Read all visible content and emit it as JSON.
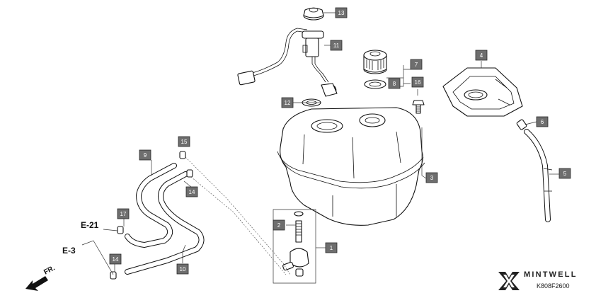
{
  "callouts": [
    {
      "id": "13",
      "text": "13"
    },
    {
      "id": "11",
      "text": "11"
    },
    {
      "id": "7",
      "text": "7"
    },
    {
      "id": "8",
      "text": "8"
    },
    {
      "id": "4",
      "text": "4"
    },
    {
      "id": "16",
      "text": "16"
    },
    {
      "id": "12",
      "text": "12"
    },
    {
      "id": "6",
      "text": "6"
    },
    {
      "id": "3",
      "text": "3"
    },
    {
      "id": "5",
      "text": "5"
    },
    {
      "id": "9",
      "text": "9"
    },
    {
      "id": "15",
      "text": "15"
    },
    {
      "id": "14a",
      "text": "14"
    },
    {
      "id": "17",
      "text": "17"
    },
    {
      "id": "2",
      "text": "2"
    },
    {
      "id": "1",
      "text": "1"
    },
    {
      "id": "14b",
      "text": "14"
    },
    {
      "id": "10",
      "text": "10"
    }
  ],
  "references": {
    "e21": "E-21",
    "e3": "E-3"
  },
  "direction": "FR.",
  "brand": {
    "name": "MINTWELL",
    "code": "K808F2600"
  }
}
